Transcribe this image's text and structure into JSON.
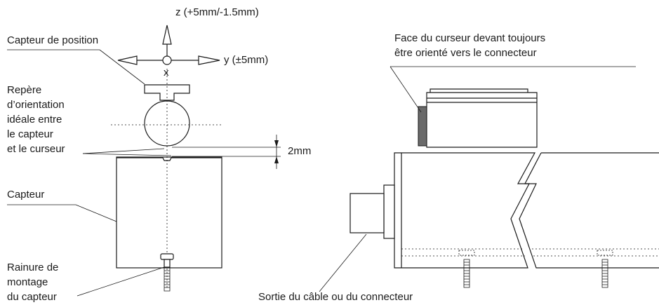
{
  "left": {
    "axis_z": "z (+5mm/-1.5mm)",
    "axis_y": "y (±5mm)",
    "axis_x": "x",
    "position_sensor": "Capteur de position",
    "orientation_mark": "Repère\nd’orientation\nidéale entre\nle capteur\net le curseur",
    "gap": "2mm",
    "sensor": "Capteur",
    "mounting_groove": "Rainure de\nmontage\ndu capteur"
  },
  "right": {
    "cursor_face": "Face du curseur devant toujours\nêtre orienté vers le connecteur",
    "cable_exit": "Sortie du câble ou du connecteur"
  }
}
